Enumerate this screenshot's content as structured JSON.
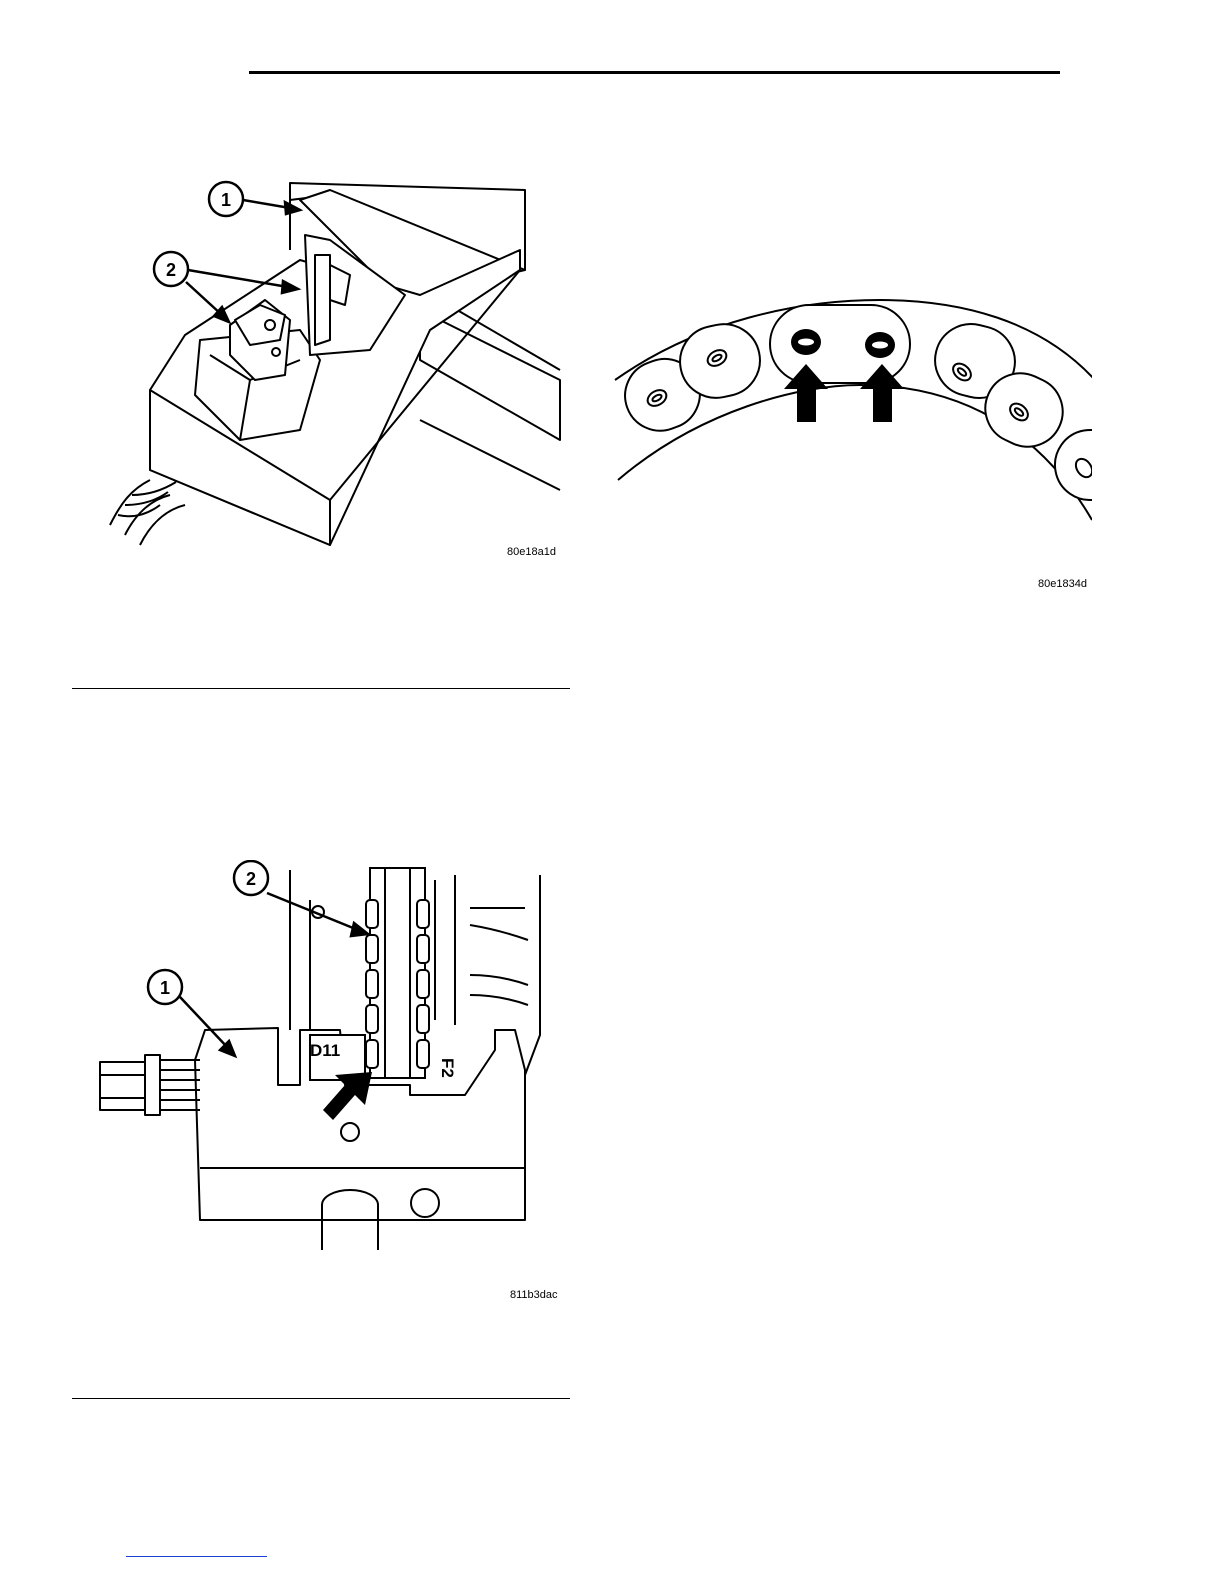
{
  "figures": [
    {
      "code": "80e18a1d",
      "callouts": [
        "1",
        "2"
      ]
    },
    {
      "code": "80e1834d"
    },
    {
      "code": "811b3dac",
      "callouts": [
        "1",
        "2"
      ],
      "labels": [
        "D11",
        "F2"
      ]
    }
  ]
}
